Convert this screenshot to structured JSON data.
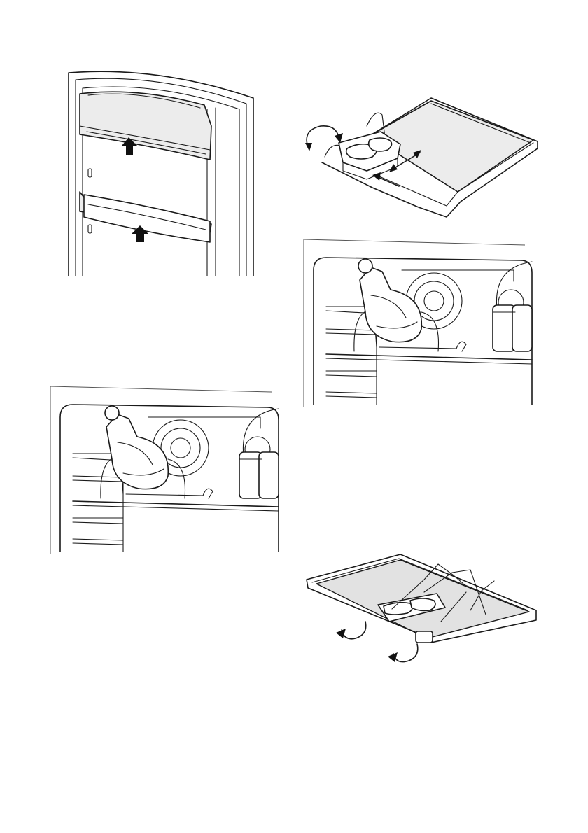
{
  "page": {
    "background": "#ffffff",
    "line_color": "#1a1a1a",
    "shelf_tint": "#ececec"
  },
  "figures": [
    {
      "id": "door-shelves",
      "icon": "door-balconies-with-up-arrows"
    },
    {
      "id": "bottle-rack-tray",
      "icon": "shelf-with-bottle-rack-and-arrows"
    },
    {
      "id": "bottle-rack-installed-right",
      "icon": "bottle-in-rack-interior"
    },
    {
      "id": "bottle-rack-installed-left",
      "icon": "bottle-in-rack-interior"
    },
    {
      "id": "bottle-rack-folding",
      "icon": "shelf-with-rotate-arrows"
    }
  ]
}
